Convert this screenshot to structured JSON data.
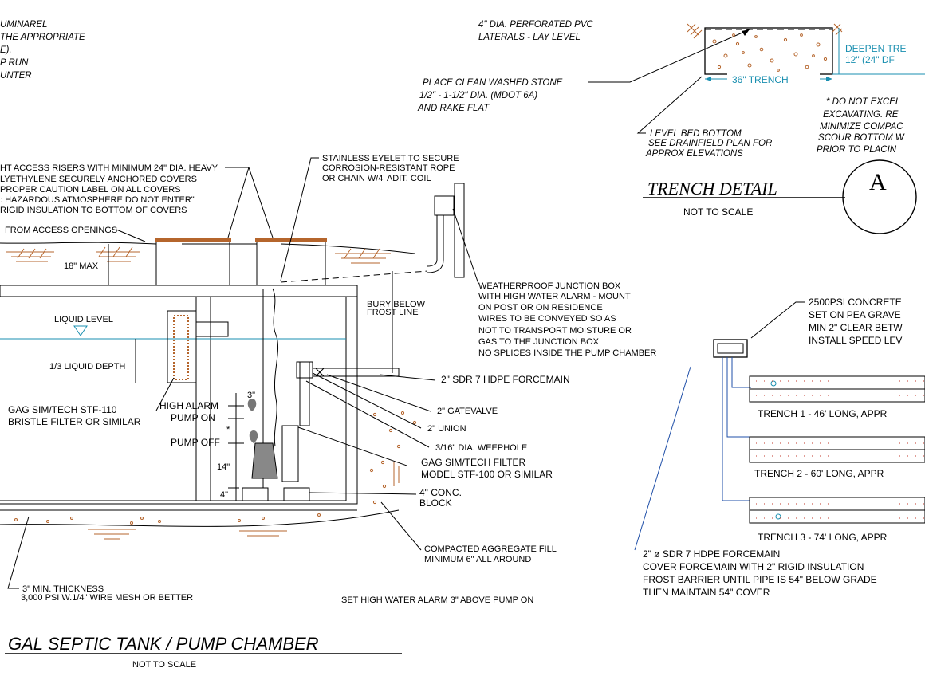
{
  "tank_notes": {
    "top_lines": [
      "UMINAREL",
      "THE APPROPRIATE",
      "E).",
      "P RUN",
      "UNTER"
    ],
    "risers_note": [
      "HT ACCESS RISERS WITH MINIMUM 24\" DIA. HEAVY",
      "LYETHYLENE SECURELY ANCHORED COVERS",
      "PROPER CAUTION LABEL ON ALL COVERS",
      ": HAZARDOUS ATMOSPHERE DO NOT ENTER\"",
      " RIGID INSULATION TO BOTTOM OF COVERS"
    ],
    "from_access": "FROM ACCESS OPENINGS",
    "max_18": "18\" MAX",
    "liquid_level": "LIQUID LEVEL",
    "liquid_depth": "1/3 LIQUID DEPTH",
    "bristle_filter": [
      "GAG SIM/TECH STF-110",
      "BRISTLE FILTER OR SIMILAR"
    ],
    "high_alarm": "HIGH ALARM",
    "pump_on": "PUMP ON",
    "pump_off": "PUMP OFF",
    "dim_3": "3\"",
    "dim_star": "*",
    "dim_14": "14\"",
    "dim_4": "4\"",
    "eyelet_note": [
      "STAINLESS EYELET TO SECURE",
      "CORROSION-RESISTANT ROPE",
      "OR CHAIN W/4' ADIT. COIL"
    ],
    "bury_below": [
      "BURY BELOW",
      "FROST LINE"
    ],
    "junction_box_note": [
      "WEATHERPROOF JUNCTION BOX",
      "WITH  HIGH WATER ALARM - MOUNT",
      "ON POST OR ON RESIDENCE",
      "WIRES TO BE CONVEYED SO AS",
      "NOT TO TRANSPORT MOISTURE OR",
      "GAS TO THE JUNCTION BOX",
      "NO SPLICES INSIDE THE PUMP CHAMBER"
    ],
    "forcemain": "2\" SDR 7 HDPE FORCEMAIN",
    "gatevalve": "2\" GATEVALVE",
    "union": "2\" UNION",
    "weephole": "3/16\" DIA. WEEPHOLE",
    "filter_model": [
      "GAG SIM/TECH FILTER",
      "MODEL STF-100 OR SIMILAR"
    ],
    "conc_block": [
      "4\" CONC.",
      "BLOCK"
    ],
    "aggregate": [
      "COMPACTED AGGREGATE FILL",
      "MINIMUM 6\" ALL AROUND"
    ],
    "min_thickness": [
      "3\" MIN. THICKNESS",
      "3,000 PSI W.1/4\" WIRE MESH OR BETTER"
    ],
    "alarm_note": "SET HIGH WATER ALARM 3\" ABOVE PUMP ON",
    "title": "GAL SEPTIC TANK / PUMP CHAMBER",
    "subtitle": "NOT TO SCALE"
  },
  "trench_detail": {
    "laterals": [
      "4\" DIA. PERFORATED PVC",
      "LATERALS - LAY LEVEL"
    ],
    "stone": [
      "PLACE CLEAN WASHED STONE",
      "1/2\" - 1-1/2\" DIA. (MDOT 6A)",
      "AND RAKE FLAT"
    ],
    "deepen": [
      "DEEPEN TRE",
      "12\" (24\" DF"
    ],
    "trench_width": "36\" TRENCH",
    "do_not": [
      "* DO NOT EXCEL",
      "EXCAVATING. RE",
      "MINIMIZE COMPAC",
      "SCOUR BOTTOM W",
      "PRIOR TO PLACIN"
    ],
    "level_bed": [
      "LEVEL BED BOTTOM",
      "SEE DRAINFIELD PLAN FOR",
      "APPROX ELEVATIONS"
    ],
    "title": "TRENCH DETAIL",
    "subtitle": "NOT TO SCALE",
    "detail_letter": "A"
  },
  "distribution": {
    "concrete_note": [
      "2500PSI CONCRETE",
      "SET ON PEA GRAVE",
      "MIN 2\" CLEAR BETW",
      "INSTALL SPEED LEV"
    ],
    "trenches": [
      "TRENCH 1 - 46' LONG, APPR",
      "TRENCH 2 - 60' LONG, APPR",
      "TRENCH 3 - 74' LONG, APPR"
    ],
    "forcemain_note": [
      "2\" ø SDR 7 HDPE FORCEMAIN",
      "COVER FORCEMAIN WITH 2\" RIGID INSULATION",
      "FROST BARRIER UNTIL PIPE IS 54\" BELOW GRADE",
      "THEN MAINTAIN 54\" COVER"
    ]
  },
  "colors": {
    "soil": "#b5652c",
    "water": "#1a8fb0",
    "forcemain": "#1f4fa8",
    "line": "#000000"
  }
}
